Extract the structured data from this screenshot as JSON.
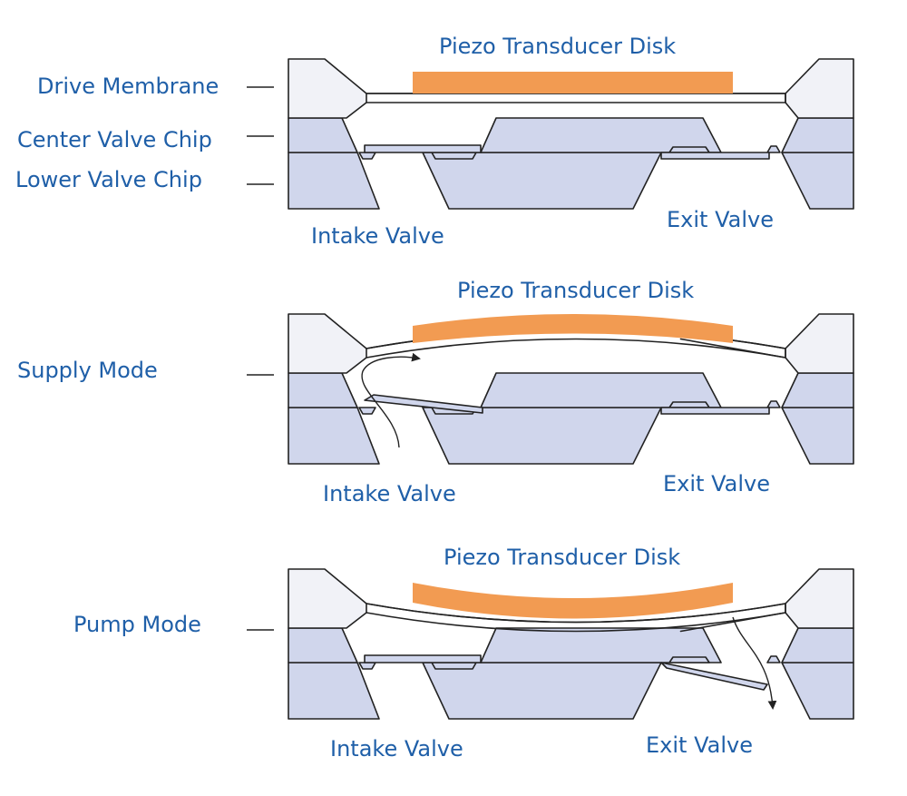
{
  "colors": {
    "text": "#1f5fa8",
    "piezo": "#f29b52",
    "chip_fill": "#d0d6ec",
    "membrane_fill": "#f1f2f7",
    "outline": "#222222",
    "background": "#ffffff"
  },
  "panels": [
    {
      "state": "rest",
      "piezo_label": "Piezo Transducer Disk",
      "side_labels": [
        "Drive Membrane",
        "Center Valve Chip",
        "Lower Valve Chip"
      ],
      "intake_label": "Intake Valve",
      "exit_label": "Exit Valve"
    },
    {
      "state": "supply",
      "piezo_label": "Piezo Transducer Disk",
      "side_labels": [
        "Supply Mode"
      ],
      "intake_label": "Intake Valve",
      "exit_label": "Exit Valve"
    },
    {
      "state": "pump",
      "piezo_label": "Piezo Transducer Disk",
      "side_labels": [
        "Pump Mode"
      ],
      "intake_label": "Intake Valve",
      "exit_label": "Exit Valve"
    }
  ]
}
